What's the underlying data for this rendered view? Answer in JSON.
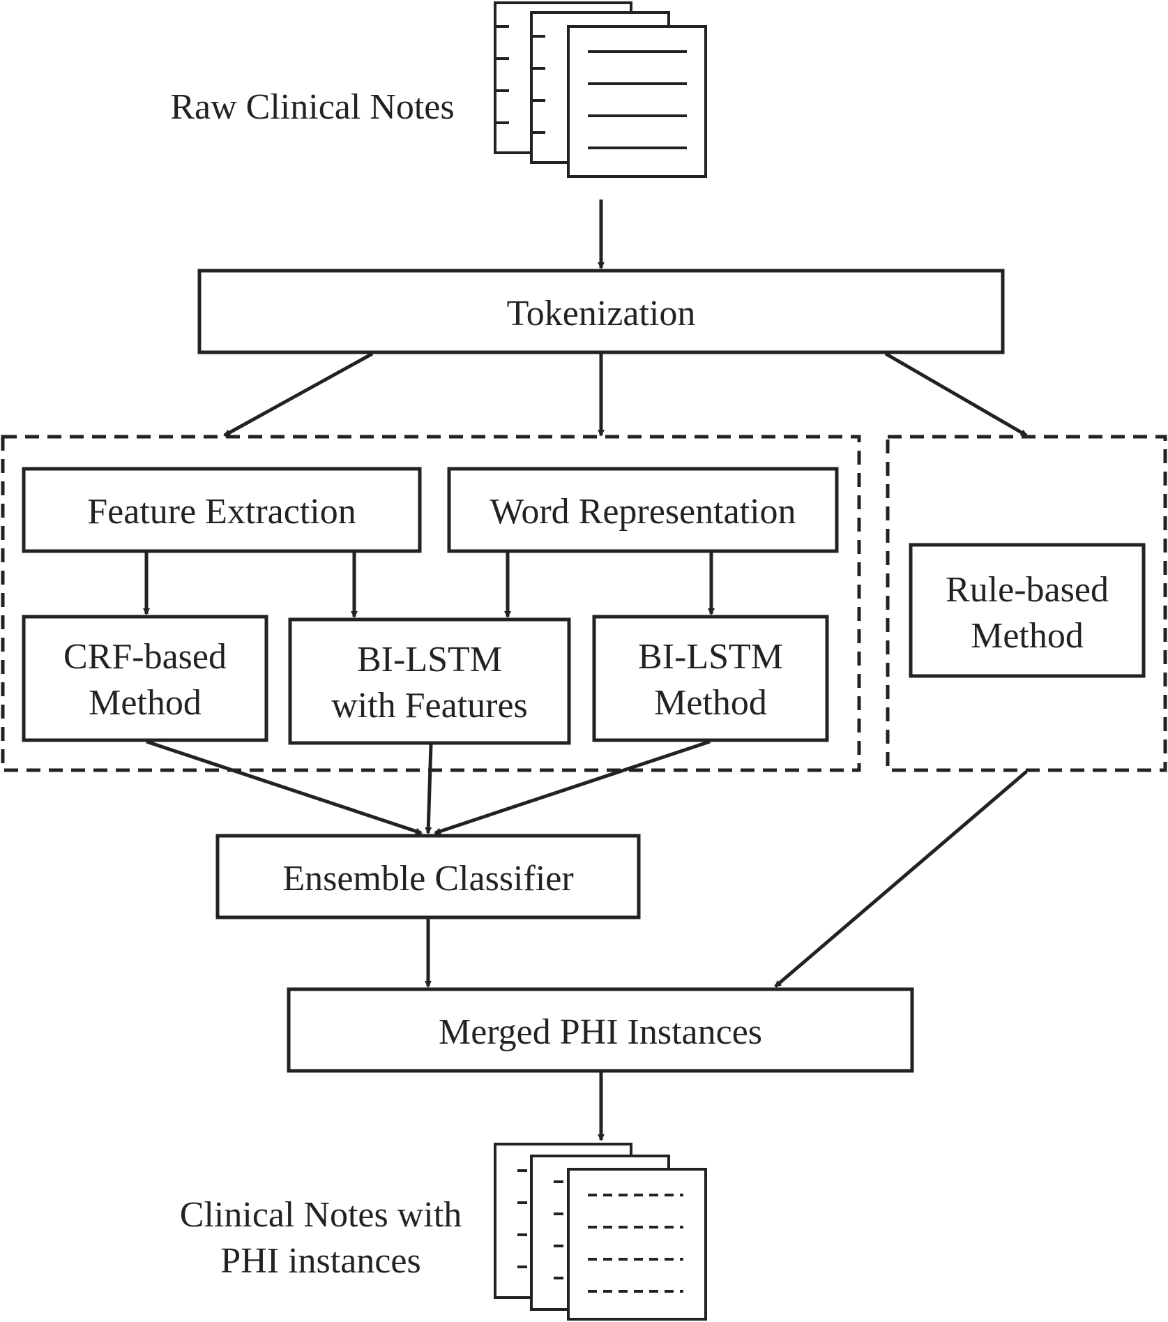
{
  "nodes": {
    "raw_notes": "Raw Clinical Notes",
    "tokenization": "Tokenization",
    "feature_extraction": "Feature Extraction",
    "word_representation": "Word Representation",
    "crf_line1": "CRF-based",
    "crf_line2": "Method",
    "bilstm_feat_line1": "BI-LSTM",
    "bilstm_feat_line2": "with Features",
    "bilstm_line1": "BI-LSTM",
    "bilstm_line2": "Method",
    "rule_line1": "Rule-based",
    "rule_line2": "Method",
    "ensemble": "Ensemble Classifier",
    "merged": "Merged PHI Instances",
    "output_line1": "Clinical Notes with",
    "output_line2": "PHI instances"
  },
  "colors": {
    "stroke": "#222222",
    "background": "#ffffff"
  }
}
